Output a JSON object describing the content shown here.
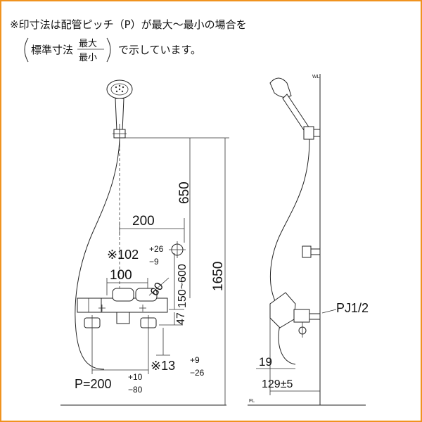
{
  "note": {
    "line1": "※印寸法は配管ピッチ（P）が最大～最小の場合を",
    "bracket_left": "標準寸法",
    "stack_top": "最大",
    "stack_bottom": "最小",
    "line2_tail": "で示しています。"
  },
  "front_view": {
    "dim_200": "200",
    "dim_650": "650",
    "dim_1650": "1650",
    "dim_102": "※102",
    "dim_102_tol_plus": "+26",
    "dim_102_tol_minus": "−9",
    "dim_100": "100",
    "dim_60": "60",
    "dim_150_600": "150~600",
    "dim_47": "47",
    "dim_13": "※13",
    "dim_13_tol_plus": "+9",
    "dim_13_tol_minus": "−26",
    "pitch": "P=200",
    "pitch_tol_plus": "+10",
    "pitch_tol_minus": "−80"
  },
  "side_view": {
    "pj": "PJ1/2",
    "dim_19": "19",
    "dim_129": "129±5",
    "wl_top": "WL",
    "fl_bottom": "FL"
  },
  "colors": {
    "frame": "#f0931f",
    "line": "#222222"
  }
}
